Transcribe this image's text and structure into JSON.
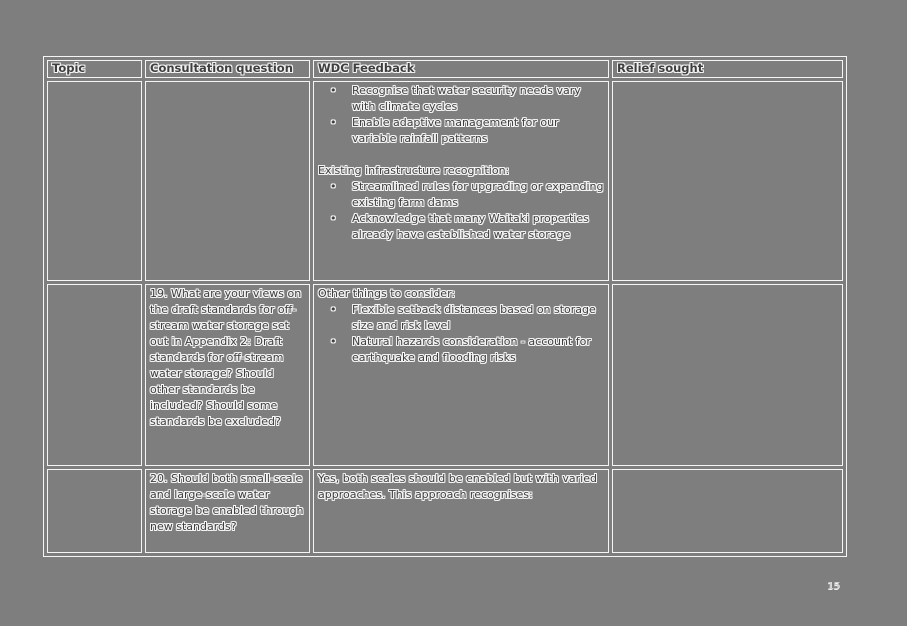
{
  "page": {
    "background_color": "#7e7e7e",
    "border_color": "#f5f5f5",
    "page_number": "15"
  },
  "table": {
    "headers": [
      "Topic",
      "Consultation question",
      "WDC Feedback",
      "Relief sought"
    ],
    "row1": {
      "topic": "",
      "question": "",
      "feedback": {
        "bullets_a": [
          "Recognise that water security needs vary with climate cycles",
          "Enable adaptive management for our variable rainfall patterns"
        ],
        "heading": "Existing infrastructure recognition:",
        "bullets_b": [
          "Streamlined rules for upgrading or expanding existing farm dams",
          "Acknowledge that many Waitaki properties already have established water storage"
        ]
      },
      "relief": ""
    },
    "row2": {
      "topic": "",
      "question": "19. What are your views on the draft standards for off-stream water storage set out in Appendix 2: Draft standards for off-stream water storage? Should other standards be included? Should some standards be excluded?",
      "feedback": {
        "heading": "Other things to consider:",
        "bullets": [
          "Flexible setback distances based on storage size and risk level",
          "Natural hazards consideration - account for earthquake and flooding risks"
        ]
      },
      "relief": ""
    },
    "row3": {
      "topic": "",
      "question": "20. Should both small-scale and large-scale water storage be enabled through new standards?",
      "feedback_text": "Yes, both scales should be enabled but with varied approaches. This approach recognises:",
      "relief": ""
    }
  },
  "bullet_glyph": "•"
}
